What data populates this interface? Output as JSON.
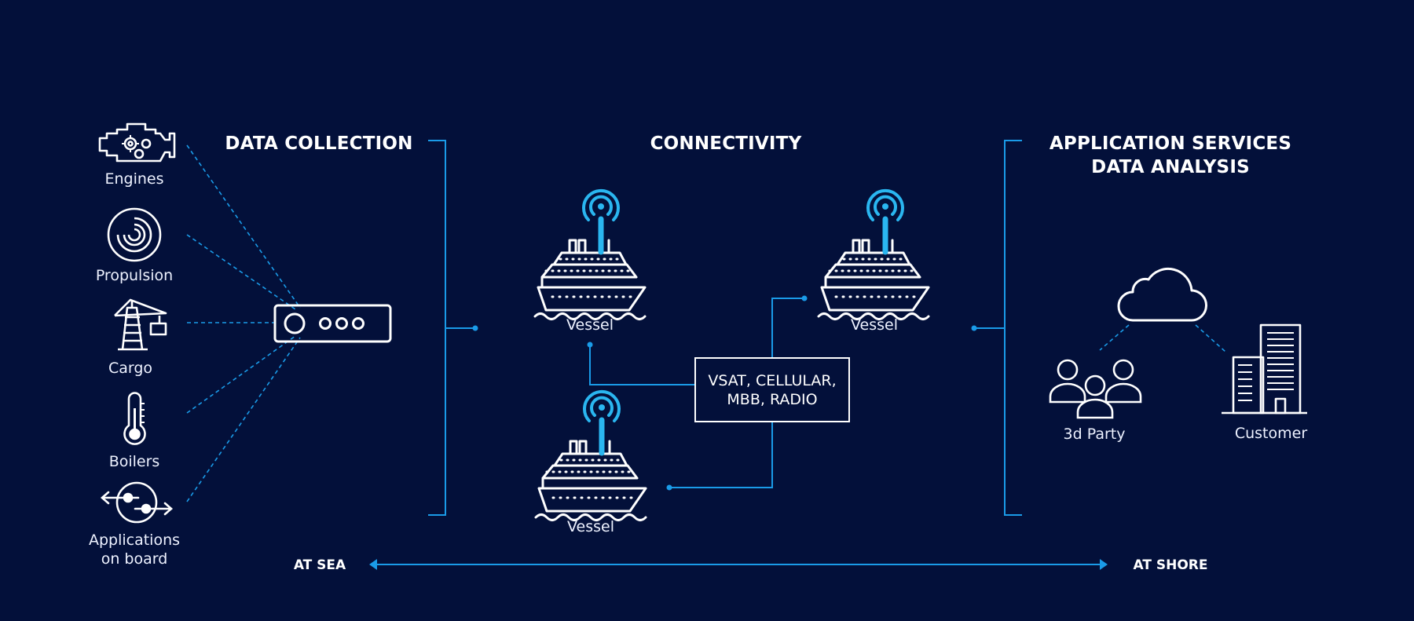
{
  "sources": [
    {
      "label": "Engines",
      "icon": "engine-icon"
    },
    {
      "label": "Propulsion",
      "icon": "propeller-icon"
    },
    {
      "label": "Cargo",
      "icon": "crane-icon"
    },
    {
      "label": "Boilers",
      "icon": "thermometer-icon"
    },
    {
      "label": "Applications\non board",
      "icon": "applications-icon"
    }
  ],
  "headings": {
    "data_collection": "DATA COLLECTION",
    "connectivity": "CONNECTIVITY",
    "services_line1": "APPLICATION SERVICES",
    "services_line2": "DATA ANALYSIS"
  },
  "vessels": {
    "top_left": "Vessel",
    "top_right": "Vessel",
    "bottom": "Vessel"
  },
  "link_box": "VSAT, CELLULAR,\nMBB, RADIO",
  "shore": {
    "third_party": "3d Party",
    "customer": "Customer"
  },
  "bottom_axis": {
    "left": "AT SEA",
    "right": "AT SHORE"
  },
  "colors": {
    "background": "#03103a",
    "accent": "#1a9be8",
    "antenna": "#2ab6f0",
    "line": "#ffffff"
  }
}
